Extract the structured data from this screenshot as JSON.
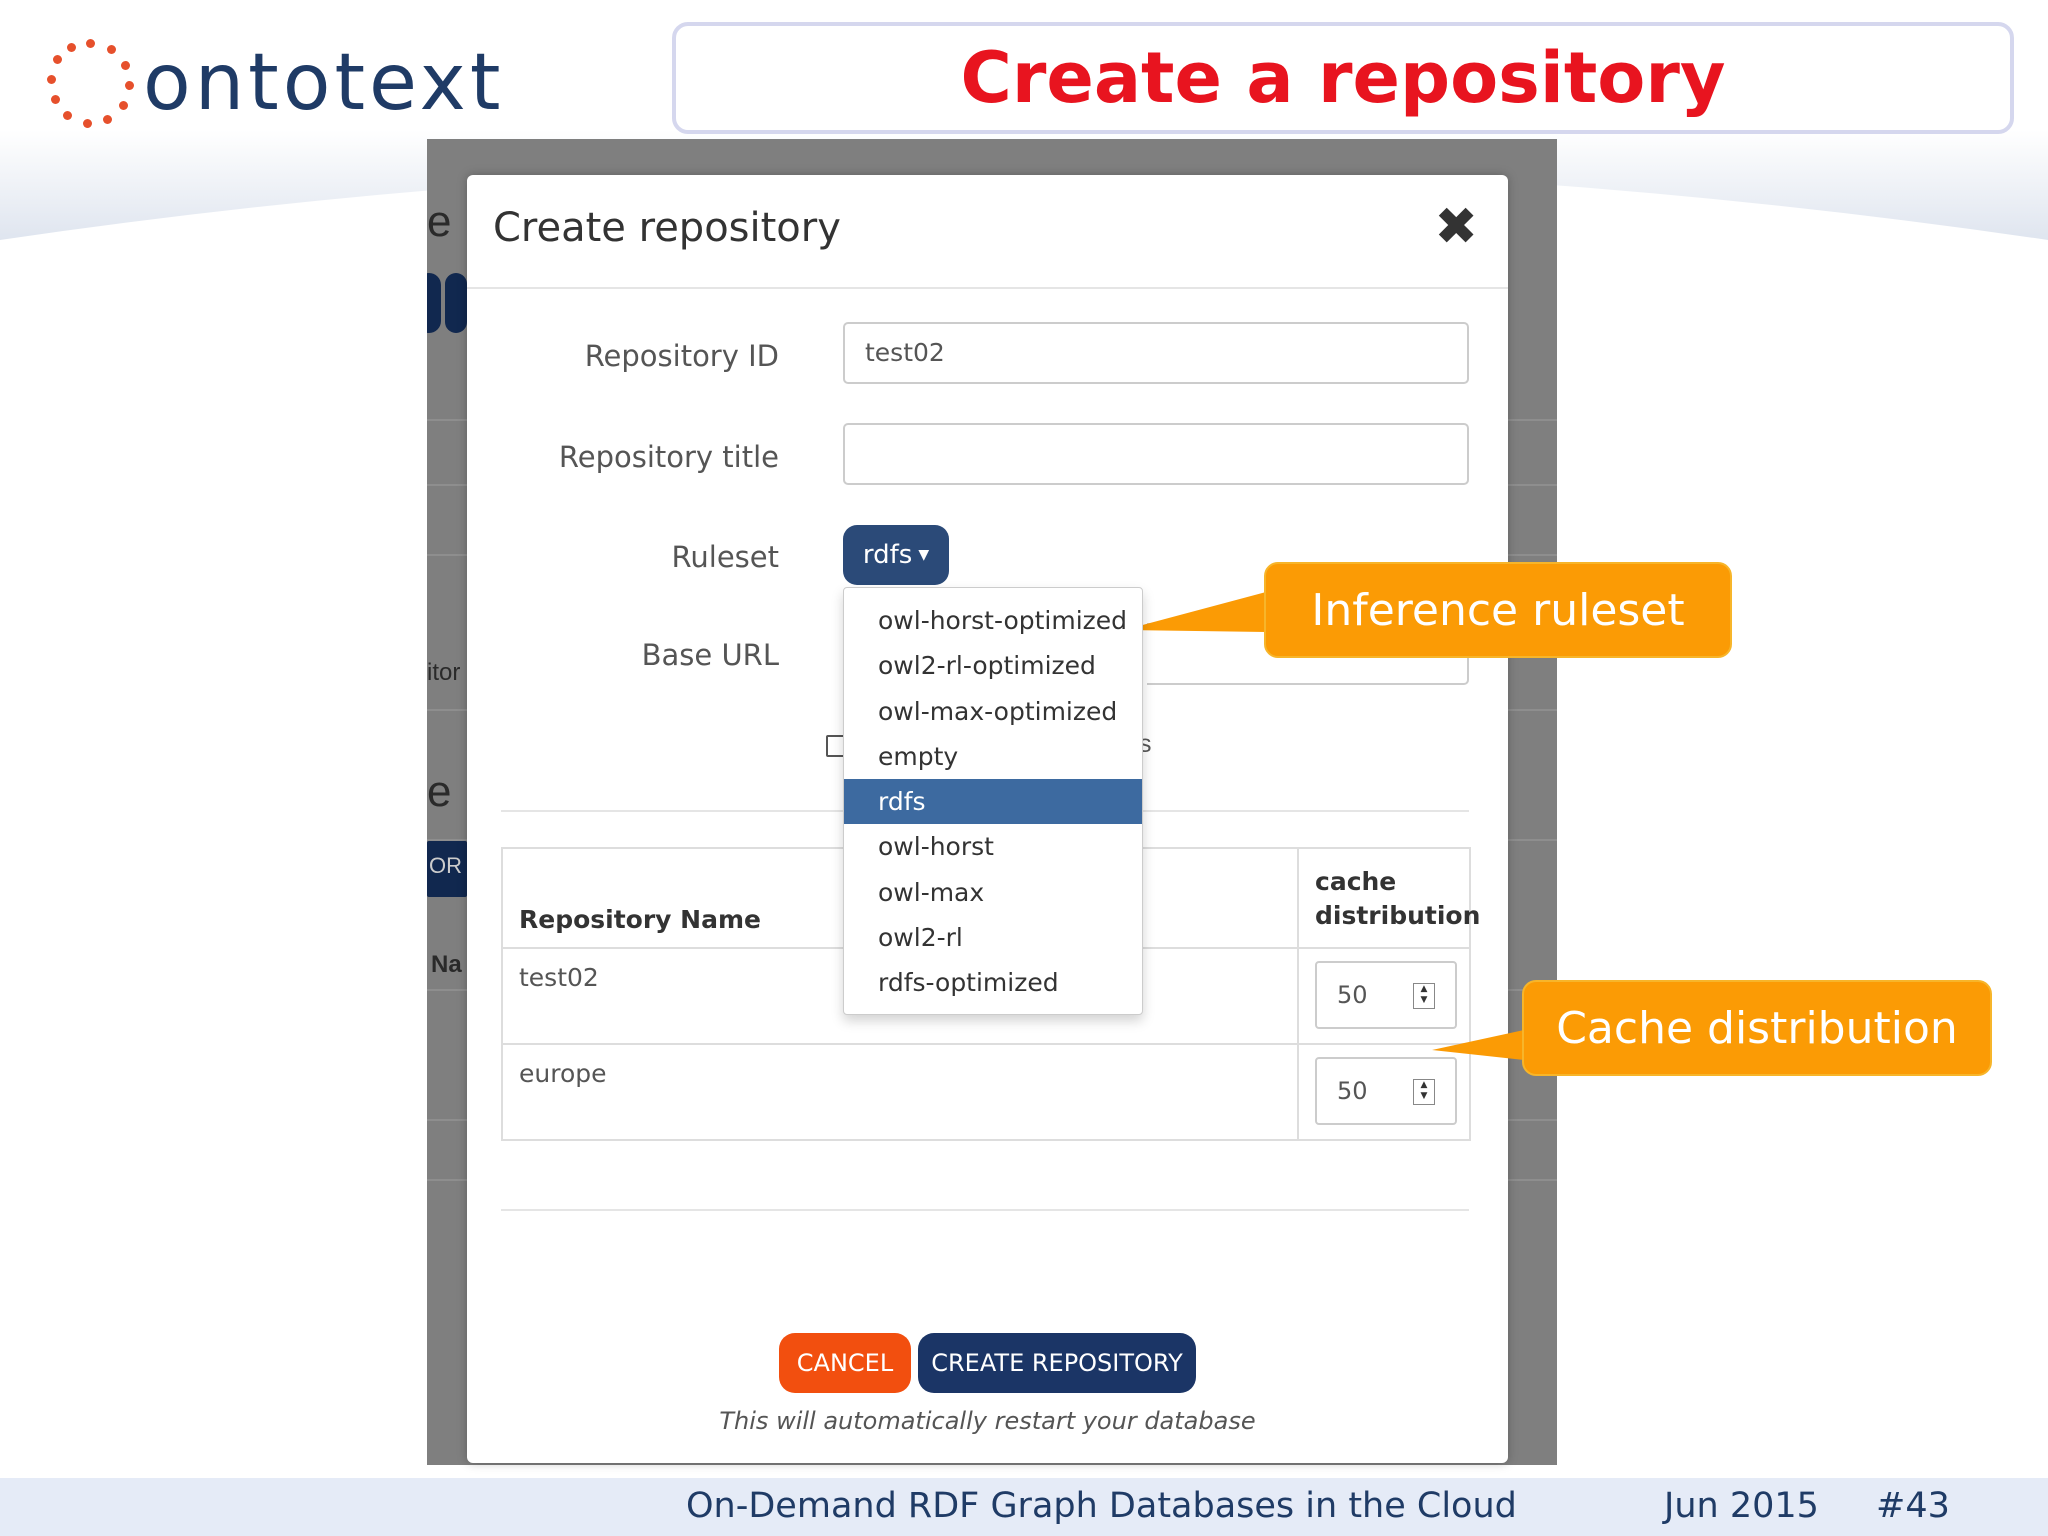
{
  "slide": {
    "logo_text": "ontotext",
    "title": "Create a repository",
    "footer_title": "On-Demand RDF Graph Databases in the Cloud",
    "footer_date": "Jun 2015",
    "footer_page": "#43"
  },
  "background_fragments": {
    "frag1": "e",
    "frag2": "itor",
    "frag3": "e",
    "frag4": "OR",
    "frag5": "Na"
  },
  "modal": {
    "title": "Create repository",
    "close_icon": "close-icon",
    "fields": {
      "repo_id_label": "Repository ID",
      "repo_id_value": "test02",
      "repo_title_label": "Repository title",
      "repo_title_value": "",
      "ruleset_label": "Ruleset",
      "ruleset_value": "rdfs",
      "base_url_label": "Base URL",
      "checkbox_suffix": "s"
    },
    "ruleset_options": [
      "owl-horst-optimized",
      "owl2-rl-optimized",
      "owl-max-optimized",
      "empty",
      "rdfs",
      "owl-horst",
      "owl-max",
      "owl2-rl",
      "rdfs-optimized"
    ],
    "ruleset_selected": "rdfs",
    "table": {
      "col_name": "Repository Name",
      "col_cache_line1": "cache",
      "col_cache_line2": "distribution",
      "rows": [
        {
          "name": "test02",
          "cache": "50"
        },
        {
          "name": "europe",
          "cache": "50"
        }
      ]
    },
    "cancel_label": "CANCEL",
    "create_label": "CREATE REPOSITORY",
    "hint": "This will automatically restart your database"
  },
  "callouts": {
    "ruleset": "Inference ruleset",
    "cache": "Cache distribution"
  },
  "colors": {
    "title_red": "#e8141f",
    "brand_navy": "#1f3b66",
    "callout_orange": "#fb9b05",
    "cancel_orange": "#f24f0f",
    "create_navy": "#1b3566",
    "dropdown_active": "#3d6aa0"
  }
}
